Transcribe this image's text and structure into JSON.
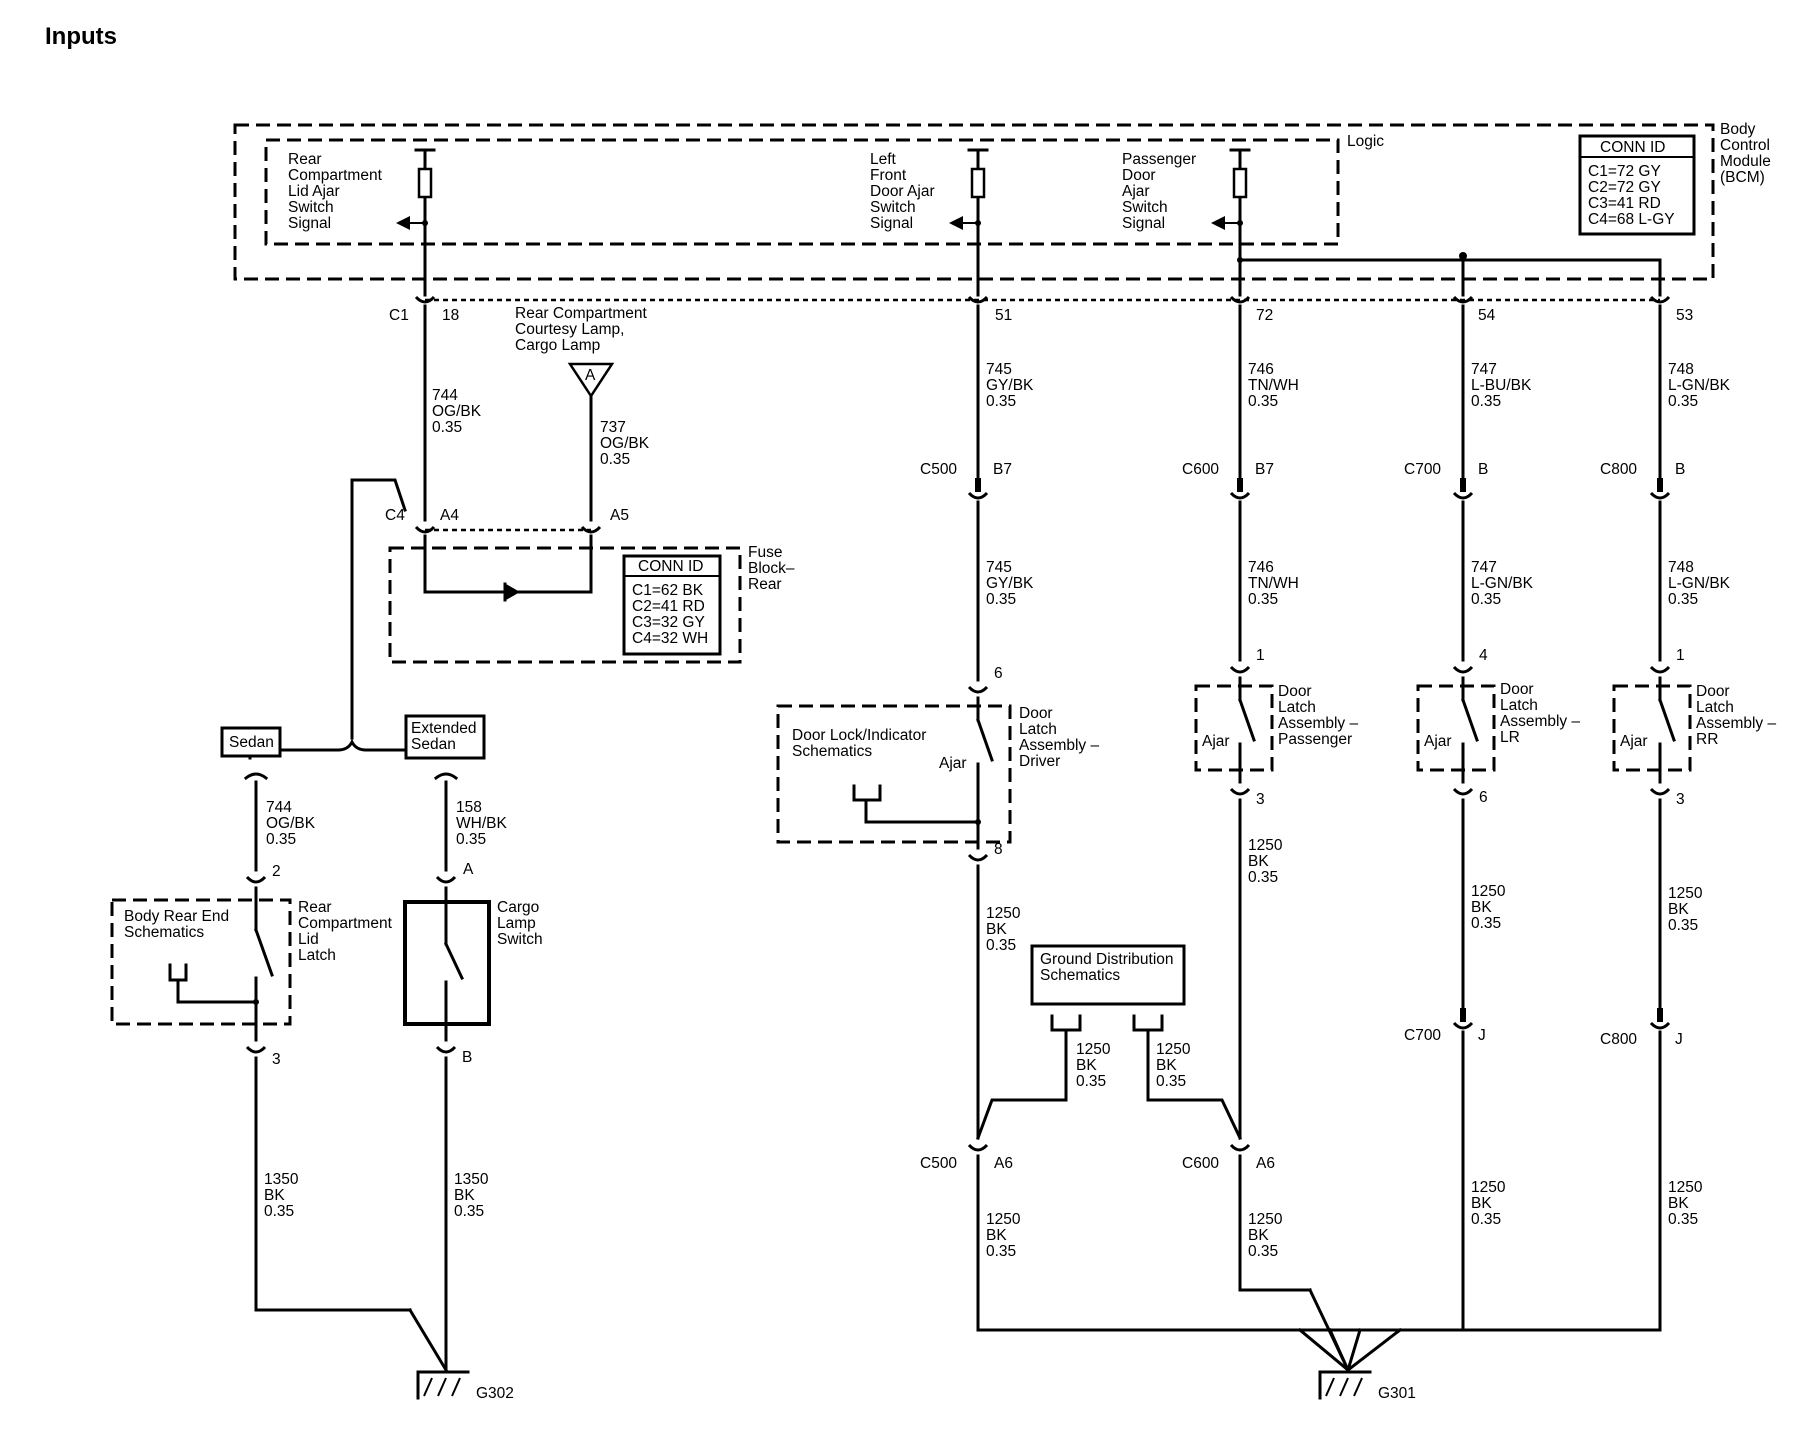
{
  "page_title": "Inputs",
  "bcm": {
    "logic_label": "Logic",
    "module_name": [
      "Body",
      "Control",
      "Module",
      "(BCM)"
    ],
    "conn_id_title": "CONN ID",
    "conn_ids": [
      "C1=72 GY",
      "C2=72 GY",
      "C3=41 RD",
      "C4=68 L-GY"
    ],
    "signals": {
      "rear_lid": [
        "Rear",
        "Compartment",
        "Lid Ajar",
        "Switch",
        "Signal"
      ],
      "lf_door": [
        "Left",
        "Front",
        "Door Ajar",
        "Switch",
        "Signal"
      ],
      "pass_door": [
        "Passenger",
        "Door",
        "Ajar",
        "Switch",
        "Signal"
      ]
    },
    "connector": "C1",
    "pins": {
      "rear_lid": "18",
      "lf_door": "51",
      "pass_door": "72",
      "lr": "54",
      "rr": "53"
    }
  },
  "fuse_block": {
    "name": [
      "Fuse",
      "Block–",
      "Rear"
    ],
    "conn_id_title": "CONN ID",
    "conn_ids": [
      "C1=62 BK",
      "C2=41 RD",
      "C3=32 GY",
      "C4=32 WH"
    ],
    "connector": "C4",
    "pin_a4": "A4",
    "pin_a5": "A5"
  },
  "lamp_ref": {
    "label": [
      "Rear Compartment",
      "Courtesy Lamp,",
      "Cargo Lamp"
    ],
    "symbol": "A"
  },
  "options": {
    "sedan": "Sedan",
    "extended": [
      "Extended",
      "Sedan"
    ]
  },
  "wires": {
    "w744_top": [
      "744",
      "OG/BK",
      "0.35"
    ],
    "w737": [
      "737",
      "OG/BK",
      "0.35"
    ],
    "w744_sedan": [
      "744",
      "OG/BK",
      "0.35"
    ],
    "w158": [
      "158",
      "WH/BK",
      "0.35"
    ],
    "w1350_a": [
      "1350",
      "BK",
      "0.35"
    ],
    "w1350_b": [
      "1350",
      "BK",
      "0.35"
    ],
    "w745_a": [
      "745",
      "GY/BK",
      "0.35"
    ],
    "w745_b": [
      "745",
      "GY/BK",
      "0.35"
    ],
    "w746_a": [
      "746",
      "TN/WH",
      "0.35"
    ],
    "w746_b": [
      "746",
      "TN/WH",
      "0.35"
    ],
    "w747_a": [
      "747",
      "L-BU/BK",
      "0.35"
    ],
    "w747_b": [
      "747",
      "L-GN/BK",
      "0.35"
    ],
    "w748_a": [
      "748",
      "L-GN/BK",
      "0.35"
    ],
    "w748_b": [
      "748",
      "L-GN/BK",
      "0.35"
    ],
    "w1250_drv": [
      "1250",
      "BK",
      "0.35"
    ],
    "w1250_c500": [
      "1250",
      "BK",
      "0.35"
    ],
    "w1250_pass": [
      "1250",
      "BK",
      "0.35"
    ],
    "w1250_c600": [
      "1250",
      "BK",
      "0.35"
    ],
    "w1250_gd1": [
      "1250",
      "BK",
      "0.35"
    ],
    "w1250_gd2": [
      "1250",
      "BK",
      "0.35"
    ],
    "w1250_lr_a": [
      "1250",
      "BK",
      "0.35"
    ],
    "w1250_lr_b": [
      "1250",
      "BK",
      "0.35"
    ],
    "w1250_rr_a": [
      "1250",
      "BK",
      "0.35"
    ],
    "w1250_rr_b": [
      "1250",
      "BK",
      "0.35"
    ]
  },
  "inline_connectors": {
    "c500_top": {
      "name": "C500",
      "pin": "B7"
    },
    "c600_top": {
      "name": "C600",
      "pin": "B7"
    },
    "c700_top": {
      "name": "C700",
      "pin": "B"
    },
    "c800_top": {
      "name": "C800",
      "pin": "B"
    },
    "c500_bot": {
      "name": "C500",
      "pin": "A6"
    },
    "c600_bot": {
      "name": "C600",
      "pin": "A6"
    },
    "c700_bot": {
      "name": "C700",
      "pin": "J"
    },
    "c800_bot": {
      "name": "C800",
      "pin": "J"
    }
  },
  "components": {
    "rear_latch": {
      "name": [
        "Rear",
        "Compartment",
        "Lid",
        "Latch"
      ],
      "pin_top": "2",
      "pin_bot": "3"
    },
    "body_rear_ref": [
      "Body Rear End",
      "Schematics"
    ],
    "cargo_switch": {
      "name": [
        "Cargo",
        "Lamp",
        "Switch"
      ],
      "pin_top": "A",
      "pin_bot": "B"
    },
    "driver_latch": {
      "name": [
        "Door",
        "Latch",
        "Assembly –",
        "Driver"
      ],
      "pin_top": "6",
      "pin_bot": "8",
      "state": "Ajar"
    },
    "door_lock_ref": [
      "Door Lock/Indicator",
      "Schematics"
    ],
    "pass_latch": {
      "name": [
        "Door",
        "Latch",
        "Assembly –",
        "Passenger"
      ],
      "pin_top": "1",
      "pin_bot": "3",
      "state": "Ajar"
    },
    "lr_latch": {
      "name": [
        "Door",
        "Latch",
        "Assembly –",
        "LR"
      ],
      "pin_top": "4",
      "pin_bot": "6",
      "state": "Ajar"
    },
    "rr_latch": {
      "name": [
        "Door",
        "Latch",
        "Assembly –",
        "RR"
      ],
      "pin_top": "1",
      "pin_bot": "3",
      "state": "Ajar"
    },
    "ground_dist_ref": [
      "Ground Distribution",
      "Schematics"
    ]
  },
  "grounds": {
    "g302": "G302",
    "g301": "G301"
  }
}
